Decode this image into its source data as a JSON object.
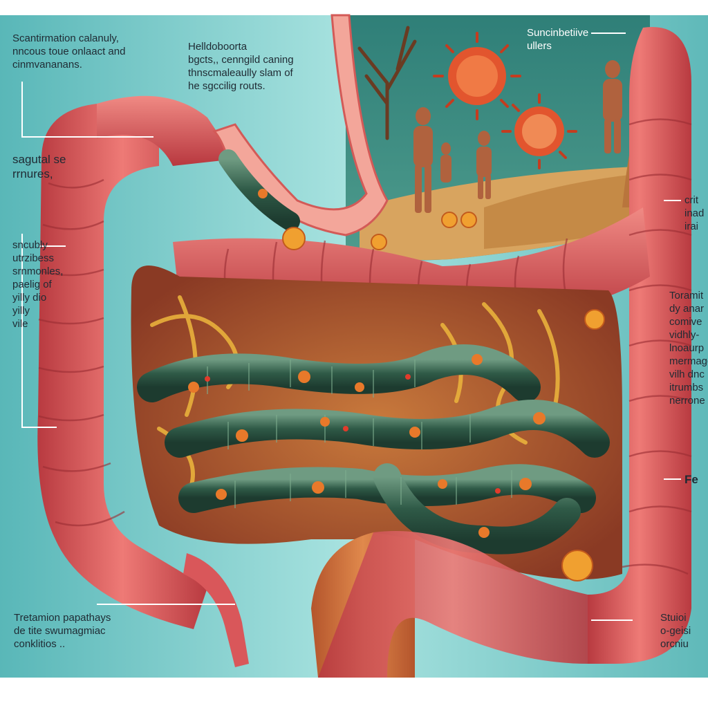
{
  "labels": {
    "top_left": [
      "Scantirmation calanuly,",
      "nncous toue onlaact and",
      "cinmvananans."
    ],
    "left_mid": [
      "sagutal se",
      "rrnures,"
    ],
    "left_lower_title": "sncubly",
    "left_lower": [
      "utrzibess",
      "srnmonles,",
      "paelig of",
      "yilly dio",
      "yilly",
      "vile"
    ],
    "top_center_title": "Helldoboorta",
    "top_center": [
      "bgcts,, cenngild caning",
      "thnscmaleaully slam of",
      "he sgccilig routs."
    ],
    "top_right": [
      "Suncinbetiive",
      "ullers"
    ],
    "right_top": [
      "crit",
      "inad",
      "irai"
    ],
    "right_mid": [
      "Toramit",
      "dy anar",
      "comive",
      "vidhly-",
      "lnoaurp",
      "mermagc",
      "vilh dnc",
      "itrumbs",
      "nerrone"
    ],
    "right_fe": "Fe",
    "right_low": [
      "Stuioi",
      "o-geisi",
      "orcniu"
    ],
    "bottom_left": [
      "Tretamion papathays",
      "de tite swumagmiac",
      "conklitios .."
    ]
  },
  "colors": {
    "background": "#7ccfcf",
    "colon": "#d9575a",
    "intestine": "#3d6b55",
    "spots": "#e8792a",
    "network": "#e9b13c",
    "virus": "#e2552e"
  }
}
